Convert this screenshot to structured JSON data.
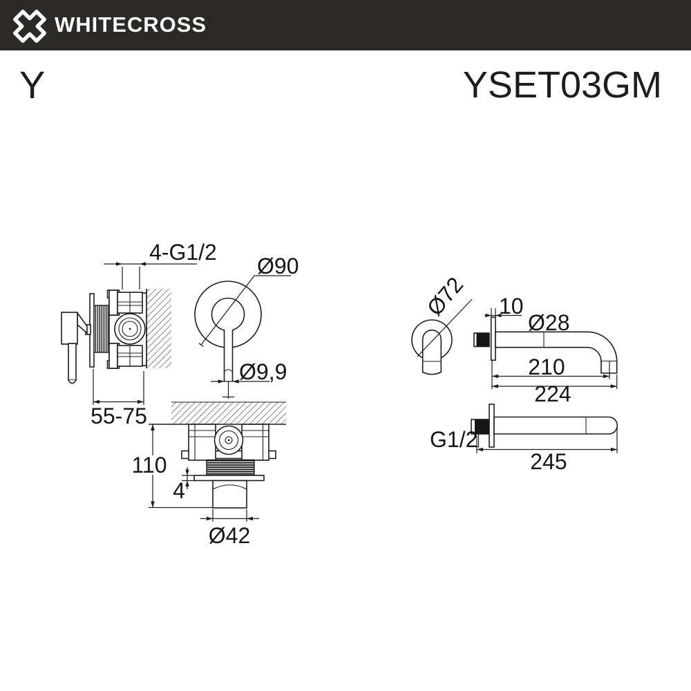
{
  "header": {
    "brand": "WHITECROSS",
    "series": "Y",
    "model": "YSET03GM",
    "banner_color": "#2b2a29",
    "logo_icon": "x-cross-icon"
  },
  "drawing": {
    "line_color": "#1c1c1c",
    "mixer": {
      "side_view": {
        "ports_label": "4-G1/2",
        "depth_range": "55-75"
      },
      "front_view": {
        "plate_diameter": "Ø90",
        "lever_diameter": "Ø9,9"
      },
      "bottom_view": {
        "height": "110",
        "plate_thickness": "4",
        "trim_diameter": "Ø42"
      }
    },
    "spout": {
      "front_view": {
        "plate_diameter": "Ø72"
      },
      "side_view": {
        "plate_thickness": "10",
        "tube_diameter": "Ø28",
        "reach": "210",
        "total_length": "224"
      },
      "top_view": {
        "thread": "G1/2",
        "length": "245"
      }
    }
  }
}
